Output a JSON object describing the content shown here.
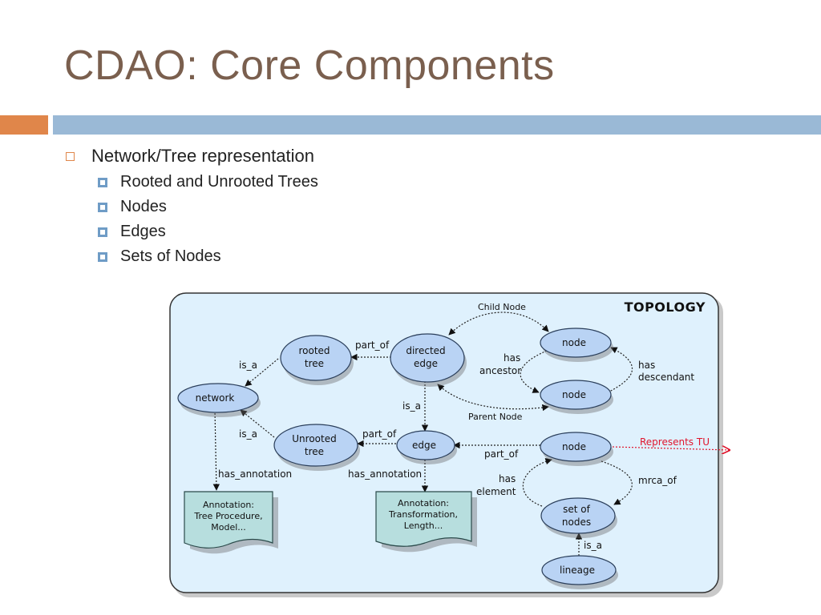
{
  "slide": {
    "title": "CDAO: Core Components",
    "bullet_main": "Network/Tree representation",
    "sub_bullets": [
      "Rooted and Unrooted Trees",
      "Nodes",
      "Edges",
      "Sets of Nodes"
    ]
  },
  "diagram": {
    "panel_label": "TOPOLOGY",
    "nodes": {
      "network": "network",
      "rooted_tree": [
        "rooted",
        "tree"
      ],
      "unrooted_tree": [
        "Unrooted",
        "tree"
      ],
      "directed_edge": [
        "directed",
        "edge"
      ],
      "edge": "edge",
      "node_child": "node",
      "node_parent": "node",
      "node_tu": "node",
      "set_of_nodes": [
        "set of",
        "nodes"
      ],
      "lineage": "lineage"
    },
    "documents": {
      "annotation_tree": [
        "Annotation:",
        "Tree Procedure,",
        "Model..."
      ],
      "annotation_edge": [
        "Annotation:",
        "Transformation,",
        "Length..."
      ]
    },
    "edge_labels": {
      "is_a_rooted": "is_a",
      "is_a_unrooted": "is_a",
      "part_of_rooted": "part_of",
      "part_of_unrooted": "part_of",
      "is_a_edge": "is_a",
      "child_node": "Child Node",
      "parent_node": "Parent Node",
      "has_ancestor": [
        "has",
        "ancestor"
      ],
      "has_descendant": [
        "has",
        "descendant"
      ],
      "part_of_node": "part_of",
      "represents_tu": "Represents TU",
      "has_element": [
        "has",
        "element"
      ],
      "mrca_of": "mrca_of",
      "is_a_lineage": "is_a",
      "has_annotation_network": "has_annotation",
      "has_annotation_edge": "has_annotation"
    },
    "colors": {
      "panel_fill": "#dff1fd",
      "node_fill": "#b9d3f4",
      "doc_fill": "#b7dede",
      "represents_tu": "#e0142c"
    }
  }
}
